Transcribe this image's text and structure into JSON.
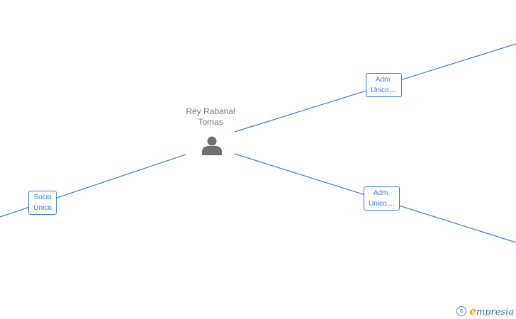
{
  "person": {
    "name_line1": "Rey Rabanal",
    "name_line2": "Tomas",
    "icon": "person-icon"
  },
  "roles": [
    {
      "line1": "Adm.",
      "line2": "Unico,..."
    },
    {
      "line1": "Adm.",
      "line2": "Unico,..."
    },
    {
      "line1": "Socio",
      "line2": "Único"
    }
  ],
  "watermark": {
    "symbol": "c",
    "brand_first": "e",
    "brand_rest": "mpresia"
  },
  "colors": {
    "edge": "#3a7bd5",
    "node_text": "#777777",
    "brand_accent": "#f0a02a"
  }
}
